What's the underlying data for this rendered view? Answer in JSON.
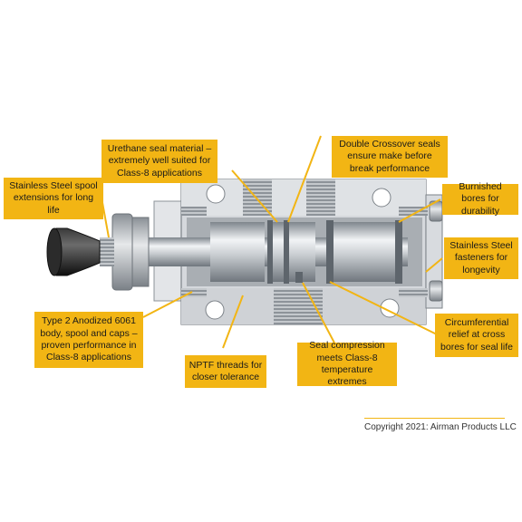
{
  "callouts": {
    "stainless_spool": "Stainless Steel spool extensions for long life",
    "urethane_seal": "Urethane seal material – extremely well suited for Class-8 applications",
    "double_crossover": "Double Crossover seals ensure make before break performance",
    "burnished_bores": "Burnished bores for durability",
    "stainless_fasteners": "Stainless Steel fasteners for longevity",
    "circumferential_relief": "Circumferential relief at cross bores for seal life",
    "type2_anodized": "Type 2 Anodized 6061 body, spool and caps – proven performance in Class-8 applications",
    "nptf_threads": "NPTF threads for closer tolerance",
    "seal_compression": "Seal compression meets Class-8 temperature extremes"
  },
  "copyright": "Copyright 2021: Airman Products LLC",
  "colors": {
    "accent": "#f2b514",
    "body": "#d3d6da",
    "body_dark": "#9ea3a8",
    "knob": "#1d1d1d"
  }
}
